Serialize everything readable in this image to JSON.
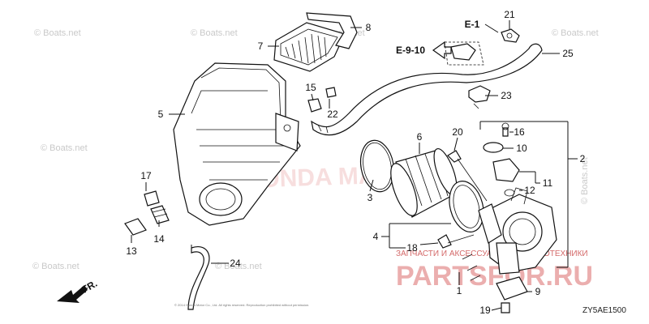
{
  "parts": [
    {
      "id": "p1",
      "label": "1"
    },
    {
      "id": "p2",
      "label": "2"
    },
    {
      "id": "p3",
      "label": "3"
    },
    {
      "id": "p4",
      "label": "4"
    },
    {
      "id": "p5",
      "label": "5"
    },
    {
      "id": "p6",
      "label": "6"
    },
    {
      "id": "p7",
      "label": "7"
    },
    {
      "id": "p8",
      "label": "8"
    },
    {
      "id": "p9",
      "label": "9"
    },
    {
      "id": "p10",
      "label": "10"
    },
    {
      "id": "p11",
      "label": "11"
    },
    {
      "id": "p12",
      "label": "12"
    },
    {
      "id": "p13",
      "label": "13"
    },
    {
      "id": "p14",
      "label": "14"
    },
    {
      "id": "p15",
      "label": "15"
    },
    {
      "id": "p16",
      "label": "16"
    },
    {
      "id": "p17",
      "label": "17"
    },
    {
      "id": "p18",
      "label": "18"
    },
    {
      "id": "p19",
      "label": "19"
    },
    {
      "id": "p20",
      "label": "20"
    },
    {
      "id": "p21",
      "label": "21"
    },
    {
      "id": "p22",
      "label": "22"
    },
    {
      "id": "p23",
      "label": "23"
    },
    {
      "id": "p24",
      "label": "24"
    },
    {
      "id": "p25",
      "label": "25"
    }
  ],
  "refs": {
    "e1": "E-1",
    "e910": "E-9-10"
  },
  "front_label": "FR.",
  "diagram_code": "ZY5AE1500",
  "watermarks": {
    "boats_net": "© Boats.net",
    "boats_net_side": "© Boats.net",
    "honda_marine": "HONDA MARINE",
    "russian_caption": "ЗАПЧАСТИ И АКСЕССУАРЫ ДЛЯ МОТОТЕХНИКИ",
    "partsfor": "PARTSFOR.RU"
  },
  "footer_text": "© 2014 Honda Motor Co., Ltd. All rights reserved. Reproduction prohibited without permission."
}
